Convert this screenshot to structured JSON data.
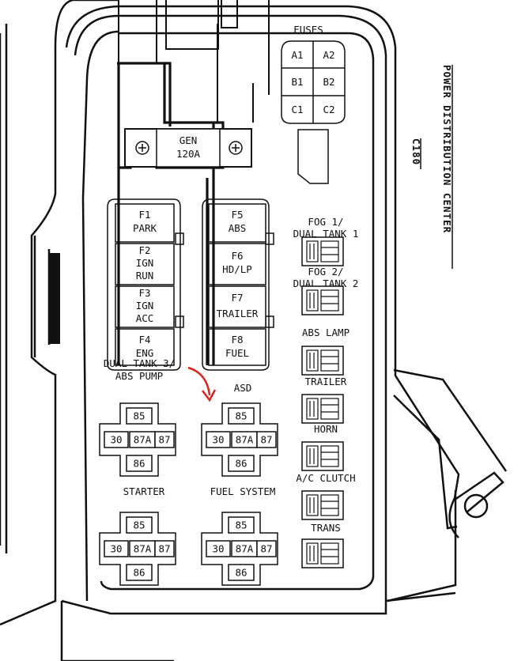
{
  "fuses_header": "FUSES",
  "fuse_grid": [
    "A1",
    "A2",
    "B1",
    "B2",
    "C1",
    "C2"
  ],
  "gen": {
    "line1": "GEN",
    "line2": "120A"
  },
  "fuses_left": [
    {
      "l1": "F1",
      "l2": "PARK"
    },
    {
      "l1": "F2",
      "l2": "IGN",
      "l3": "RUN"
    },
    {
      "l1": "F3",
      "l2": "IGN",
      "l3": "ACC"
    },
    {
      "l1": "F4",
      "l2": "ENG"
    }
  ],
  "fuses_right": [
    {
      "l1": "F5",
      "l2": "ABS"
    },
    {
      "l1": "F6",
      "l2": "HD/LP"
    },
    {
      "l1": "F7",
      "l2": "TRAILER"
    },
    {
      "l1": "F8",
      "l2": "FUEL"
    }
  ],
  "side_relays": [
    {
      "l1": "FOG 1/",
      "l2": "DUAL TANK 1"
    },
    {
      "l1": "FOG 2/",
      "l2": "DUAL TANK 2"
    },
    {
      "l1": "ABS LAMP"
    },
    {
      "l1": "TRAILER"
    },
    {
      "l1": "HORN"
    },
    {
      "l1": "A/C CLUTCH"
    },
    {
      "l1": "TRANS"
    }
  ],
  "relays": [
    {
      "l1": "DUAL TANK 3/",
      "l2": "ABS PUMP"
    },
    {
      "l1": "ASD"
    },
    {
      "l1": "STARTER"
    },
    {
      "l1": "FUEL SYSTEM"
    }
  ],
  "pins": {
    "top": "85",
    "left": "30",
    "mid": "87A",
    "right": "87",
    "bottom": "86"
  },
  "side_title": "POWER DISTRIBUTION CENTER",
  "side_code": "C180",
  "colors": {
    "ink": "#111111",
    "arrow": "#d9261c",
    "paper": "#ffffff"
  }
}
